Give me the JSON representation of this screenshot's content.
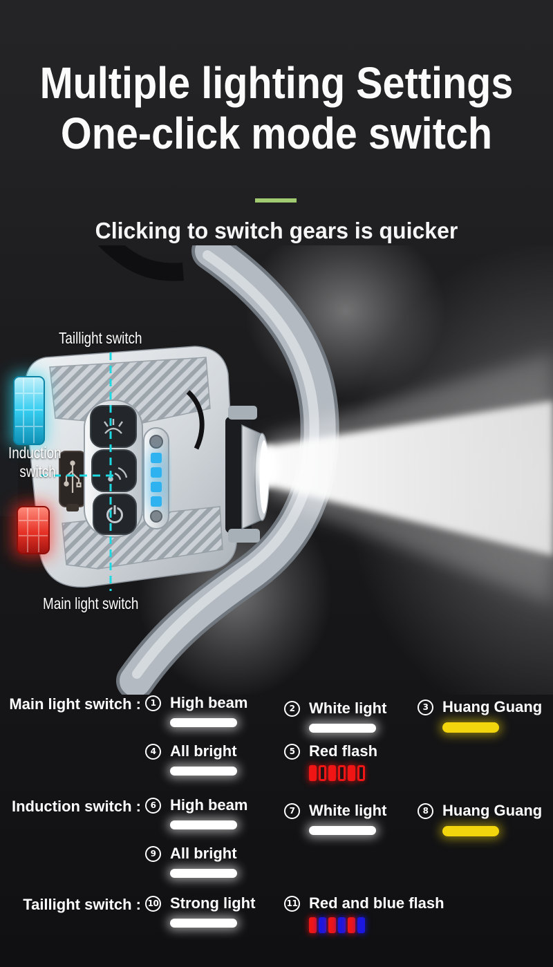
{
  "colors": {
    "background": "#1c1c1e",
    "accent_green": "#a0cb70",
    "callout_cyan": "#1fd9e2",
    "bar_white": "#ffffff",
    "bar_yellow": "#f2d50c",
    "flash_red": "#f01616",
    "flash_blue": "#1b17e0",
    "led_blue": "#35cdf0",
    "led_red": "#e63226",
    "beam": "#ffffff"
  },
  "header": {
    "title_line1": "Multiple lighting Settings",
    "title_line2": "One-click mode switch",
    "subtitle": "Clicking to switch gears is quicker"
  },
  "callouts": {
    "taillight": "Taillight switch",
    "induction_line1": "Induction",
    "induction_line2": "switch",
    "main": "Main light switch"
  },
  "modes": {
    "groups": [
      {
        "label": "Main light switch :",
        "items": [
          {
            "num": "1",
            "label": "High beam",
            "indicator": "white-bar"
          },
          {
            "num": "2",
            "label": "White light",
            "indicator": "white-bar"
          },
          {
            "num": "3",
            "label": "Huang Guang",
            "indicator": "yellow-bar"
          },
          {
            "num": "4",
            "label": "All bright",
            "indicator": "white-bar"
          },
          {
            "num": "5",
            "label": "Red flash",
            "indicator": "red-flash-segments",
            "segments": [
              "solid",
              "outline",
              "solid",
              "outline",
              "solid",
              "outline"
            ]
          }
        ]
      },
      {
        "label": "Induction switch :",
        "items": [
          {
            "num": "6",
            "label": "High beam",
            "indicator": "white-bar"
          },
          {
            "num": "7",
            "label": "White light",
            "indicator": "white-bar"
          },
          {
            "num": "8",
            "label": "Huang Guang",
            "indicator": "yellow-bar"
          },
          {
            "num": "9",
            "label": "All bright",
            "indicator": "white-bar"
          }
        ]
      },
      {
        "label": "Taillight switch :",
        "items": [
          {
            "num": "10",
            "label": "Strong light",
            "indicator": "white-bar"
          },
          {
            "num": "11",
            "label": "Red and blue flash",
            "indicator": "red-blue-flash-segments",
            "segments": [
              "red",
              "blue",
              "red",
              "blue",
              "red",
              "blue"
            ]
          }
        ]
      }
    ]
  }
}
